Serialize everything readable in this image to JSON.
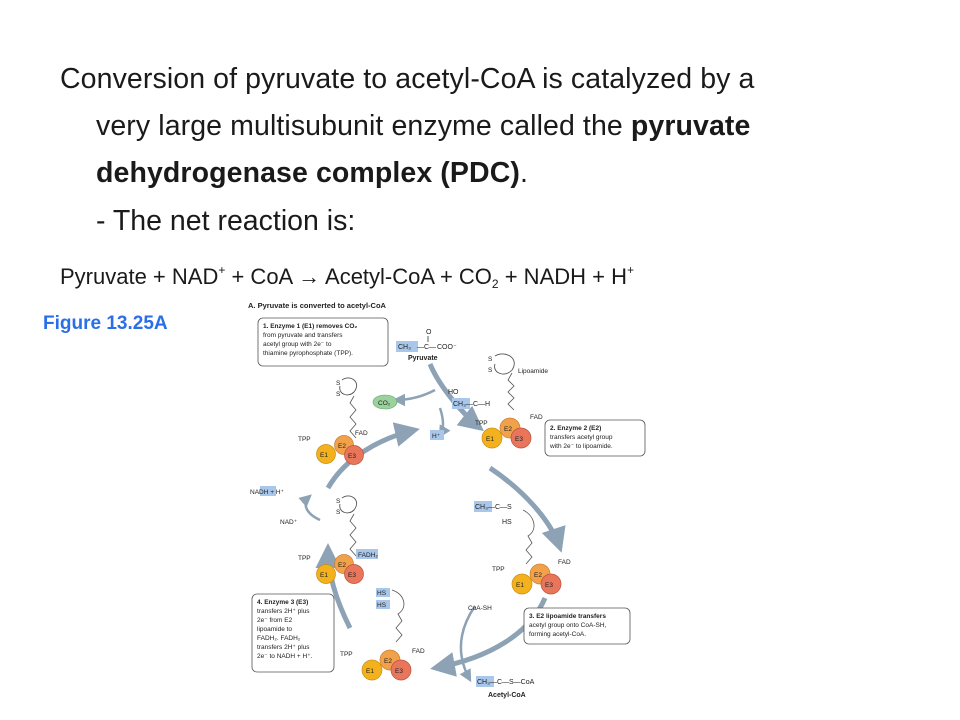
{
  "slide": {
    "p1_line1": "Conversion of pyruvate to acetyl-CoA is catalyzed by a",
    "p1_line2_a": "very large multisubunit enzyme called the ",
    "p1_line2_b": "pyruvate",
    "p1_line3_a": "dehydrogenase complex (PDC)",
    "p1_line3_b": ".",
    "net_reaction": "- The net reaction is:",
    "equation": {
      "pyruvate": "Pyruvate + NAD",
      "plus_sup": "+",
      "coa": " + CoA → Acetyl-CoA + CO",
      "two": "2",
      "nadh": " + NADH + H"
    }
  },
  "figure_label": "Figure 13.25A",
  "diagram": {
    "title": "A. Pyruvate is converted to acetyl-CoA",
    "box1": [
      "1. Enzyme 1 (E1) removes CO₂",
      "from pyruvate and transfers",
      "acetyl group with 2e⁻ to",
      "thiamine pyrophosphate (TPP)."
    ],
    "box2": [
      "2. Enzyme 2 (E2)",
      "transfers acetyl group",
      "with 2e⁻ to lipoamide."
    ],
    "box3": [
      "3. E2 lipoamide transfers",
      "acetyl group onto CoA-SH,",
      "forming acetyl-CoA."
    ],
    "box4": [
      "4. Enzyme 3 (E3)",
      "transfers 2H⁺ plus",
      "2e⁻ from E2",
      "lipoamide to",
      "FADH₂. FADH₂",
      "transfers 2H⁺ plus",
      "2e⁻ to NADH + H⁺."
    ],
    "pyruvate_label": "Pyruvate",
    "pyruvate_formula": [
      "CH₃",
      "—C—",
      "COO⁻"
    ],
    "carbonyl_o": "O",
    "lipoamide": "Lipoamide",
    "ho": "HO",
    "ch3_c_h": "CH₃—C—H",
    "co2": "CO₂",
    "h_plus": "H⁺",
    "nadh": "NADH + H⁺",
    "nad": "NAD⁺",
    "thioester": "CH₃—C—S",
    "hs": "HS",
    "coa_sh": "CoA-SH",
    "acetyl_coa_formula": "CH₃—C—S—CoA",
    "acetyl_coa_label": "Acetyl-CoA",
    "tpp": "TPP",
    "fad": "FAD",
    "fadh2": "FADH₂",
    "e1": "E1",
    "e2": "E2",
    "e3": "E3",
    "s": "S",
    "colors": {
      "e1": "#f3b21d",
      "e2": "#f0a14a",
      "e3": "#e9765a",
      "co2": "#9ad19c",
      "highlight": "#a9c7ea",
      "arrow": "#8da3b5"
    }
  }
}
